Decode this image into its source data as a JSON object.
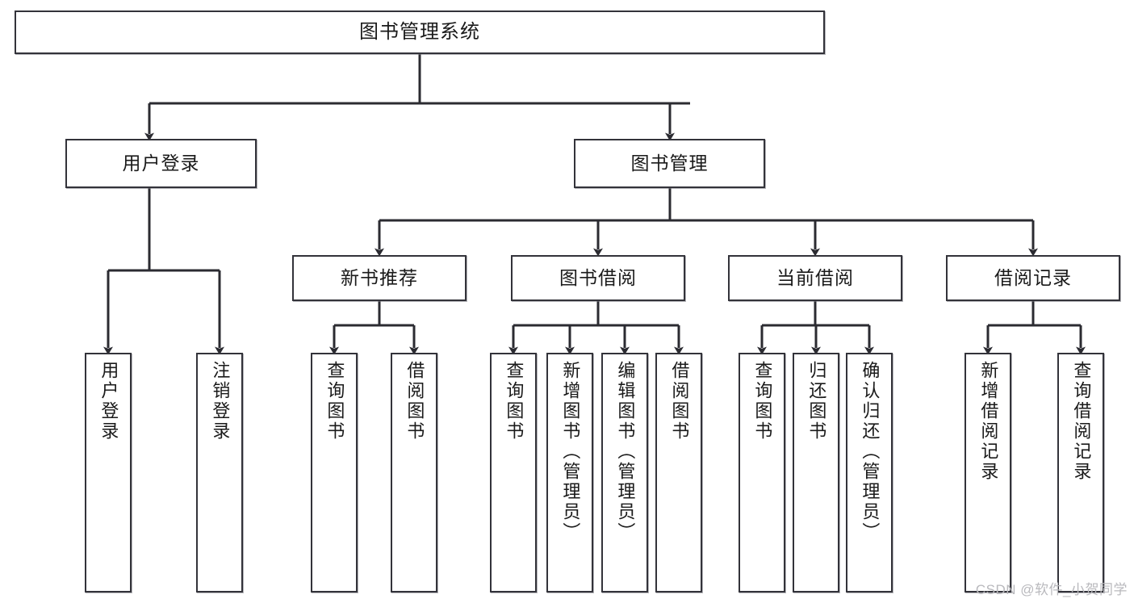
{
  "diagram": {
    "title": "图书管理系统",
    "type": "tree-hierarchy",
    "root": {
      "id": "root",
      "label": "图书管理系统"
    },
    "level2": [
      {
        "id": "user-login",
        "label": "用户登录"
      },
      {
        "id": "book-management",
        "label": "图书管理"
      }
    ],
    "level3": [
      {
        "id": "new-book-recommend",
        "label": "新书推荐",
        "parent": "book-management"
      },
      {
        "id": "book-borrow",
        "label": "图书借阅",
        "parent": "book-management"
      },
      {
        "id": "current-borrow",
        "label": "当前借阅",
        "parent": "book-management"
      },
      {
        "id": "borrow-record",
        "label": "借阅记录",
        "parent": "book-management"
      }
    ],
    "leaves": {
      "user_login": [
        {
          "id": "leaf-user-login",
          "label": "用户登录"
        },
        {
          "id": "leaf-user-logout",
          "label": "注销登录"
        }
      ],
      "new_book_recommend": [
        {
          "id": "leaf-query-book-1",
          "label": "查询图书"
        },
        {
          "id": "leaf-borrow-book-1",
          "label": "借阅图书"
        }
      ],
      "book_borrow": [
        {
          "id": "leaf-query-book-2",
          "label": "查询图书"
        },
        {
          "id": "leaf-add-book",
          "label": "新增图书（管理员）"
        },
        {
          "id": "leaf-edit-book",
          "label": "编辑图书（管理员）"
        },
        {
          "id": "leaf-borrow-book-2",
          "label": "借阅图书"
        }
      ],
      "current_borrow": [
        {
          "id": "leaf-query-book-3",
          "label": "查询图书"
        },
        {
          "id": "leaf-return-book",
          "label": "归还图书"
        },
        {
          "id": "leaf-confirm-return",
          "label": "确认归还（管理员）"
        }
      ],
      "borrow_record": [
        {
          "id": "leaf-add-record",
          "label": "新增借阅记录"
        },
        {
          "id": "leaf-query-record",
          "label": "查询借阅记录"
        }
      ]
    }
  },
  "watermark": {
    "text": "CSDN @软件_小贺同学"
  },
  "colors": {
    "border": "#33333a",
    "background": "#ffffff",
    "text": "#1a1a1a",
    "watermark": "#b9b9bd"
  }
}
